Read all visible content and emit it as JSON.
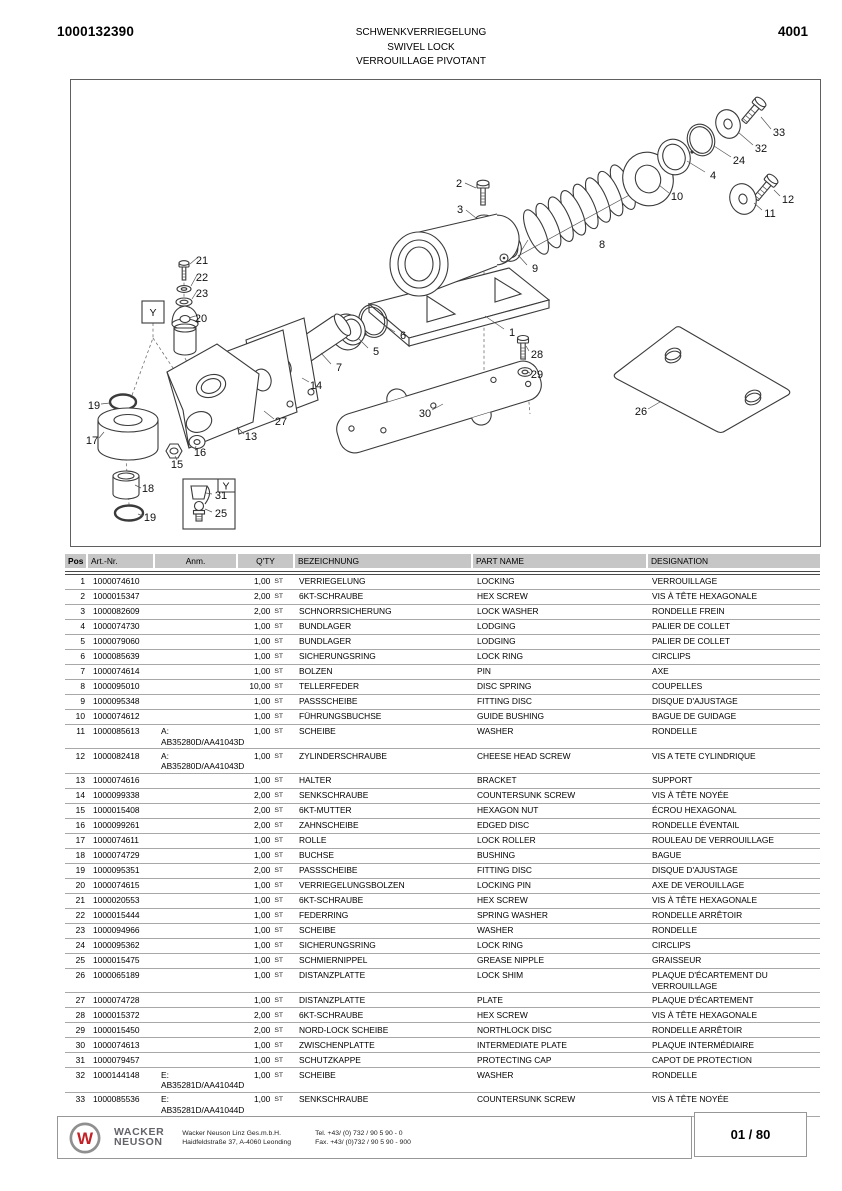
{
  "header": {
    "doc_number": "1000132390",
    "title_de": "SCHWENKVERRIEGELUNG",
    "title_en": "SWIVEL LOCK",
    "title_fr": "VERROUILLAGE PIVOTANT",
    "page_code": "4001"
  },
  "diagram": {
    "detail_label": "Y",
    "callouts": [
      {
        "label": "2"
      },
      {
        "label": "3"
      },
      {
        "label": "33"
      },
      {
        "label": "32"
      },
      {
        "label": "24"
      },
      {
        "label": "4"
      },
      {
        "label": "10"
      },
      {
        "label": "12"
      },
      {
        "label": "11"
      },
      {
        "label": "8"
      },
      {
        "label": "9"
      },
      {
        "label": "21"
      },
      {
        "label": "22"
      },
      {
        "label": "23"
      },
      {
        "label": "20"
      },
      {
        "label": "1"
      },
      {
        "label": "6"
      },
      {
        "label": "5"
      },
      {
        "label": "7"
      },
      {
        "label": "14"
      },
      {
        "label": "28"
      },
      {
        "label": "29"
      },
      {
        "label": "19"
      },
      {
        "label": "17"
      },
      {
        "label": "27"
      },
      {
        "label": "13"
      },
      {
        "label": "30"
      },
      {
        "label": "15"
      },
      {
        "label": "16"
      },
      {
        "label": "26"
      },
      {
        "label": "18"
      },
      {
        "label": "19"
      },
      {
        "label": "31"
      },
      {
        "label": "25"
      }
    ]
  },
  "table": {
    "columns": [
      "Pos",
      "Art.-Nr.",
      "Anm.",
      "Q'TY",
      "BEZEICHNUNG",
      "PART NAME",
      "DESIGNATION"
    ],
    "rows": [
      {
        "pos": "1",
        "art": "1000074610",
        "anm": "",
        "qty": "1,00",
        "unit": "ST",
        "de": "VERRIEGELUNG",
        "en": "LOCKING",
        "fr": "VERROUILLAGE"
      },
      {
        "pos": "2",
        "art": "1000015347",
        "anm": "",
        "qty": "2,00",
        "unit": "ST",
        "de": "6KT-SCHRAUBE",
        "en": "HEX SCREW",
        "fr": "VIS À TÊTE HEXAGONALE"
      },
      {
        "pos": "3",
        "art": "1000082609",
        "anm": "",
        "qty": "2,00",
        "unit": "ST",
        "de": "SCHNORRSICHERUNG",
        "en": "LOCK WASHER",
        "fr": "RONDELLE FREIN"
      },
      {
        "pos": "4",
        "art": "1000074730",
        "anm": "",
        "qty": "1,00",
        "unit": "ST",
        "de": "BUNDLAGER",
        "en": "LODGING",
        "fr": "PALIER DE COLLET"
      },
      {
        "pos": "5",
        "art": "1000079060",
        "anm": "",
        "qty": "1,00",
        "unit": "ST",
        "de": "BUNDLAGER",
        "en": "LODGING",
        "fr": "PALIER DE COLLET"
      },
      {
        "pos": "6",
        "art": "1000085639",
        "anm": "",
        "qty": "1,00",
        "unit": "ST",
        "de": "SICHERUNGSRING",
        "en": "LOCK RING",
        "fr": "CIRCLIPS"
      },
      {
        "pos": "7",
        "art": "1000074614",
        "anm": "",
        "qty": "1,00",
        "unit": "ST",
        "de": "BOLZEN",
        "en": "PIN",
        "fr": "AXE"
      },
      {
        "pos": "8",
        "art": "1000095010",
        "anm": "",
        "qty": "10,00",
        "unit": "ST",
        "de": "TELLERFEDER",
        "en": "DISC SPRING",
        "fr": "COUPELLES"
      },
      {
        "pos": "9",
        "art": "1000095348",
        "anm": "",
        "qty": "1,00",
        "unit": "ST",
        "de": "PASSSCHEIBE",
        "en": "FITTING DISC",
        "fr": "DISQUE D'AJUSTAGE"
      },
      {
        "pos": "10",
        "art": "1000074612",
        "anm": "",
        "qty": "1,00",
        "unit": "ST",
        "de": "FÜHRUNGSBUCHSE",
        "en": "GUIDE BUSHING",
        "fr": "BAGUE DE GUIDAGE"
      },
      {
        "pos": "11",
        "art": "1000085613",
        "anm": "A:\nAB35280D/AA41043D",
        "qty": "1,00",
        "unit": "ST",
        "de": "SCHEIBE",
        "en": "WASHER",
        "fr": "RONDELLE"
      },
      {
        "pos": "12",
        "art": "1000082418",
        "anm": "A:\nAB35280D/AA41043D",
        "qty": "1,00",
        "unit": "ST",
        "de": "ZYLINDERSCHRAUBE",
        "en": "CHEESE HEAD SCREW",
        "fr": "VIS A TETE CYLINDRIQUE"
      },
      {
        "pos": "13",
        "art": "1000074616",
        "anm": "",
        "qty": "1,00",
        "unit": "ST",
        "de": "HALTER",
        "en": "BRACKET",
        "fr": "SUPPORT"
      },
      {
        "pos": "14",
        "art": "1000099338",
        "anm": "",
        "qty": "2,00",
        "unit": "ST",
        "de": "SENKSCHRAUBE",
        "en": "COUNTERSUNK SCREW",
        "fr": "VIS À TÊTE NOYÉE"
      },
      {
        "pos": "15",
        "art": "1000015408",
        "anm": "",
        "qty": "2,00",
        "unit": "ST",
        "de": "6KT-MUTTER",
        "en": "HEXAGON NUT",
        "fr": "ÉCROU HEXAGONAL"
      },
      {
        "pos": "16",
        "art": "1000099261",
        "anm": "",
        "qty": "2,00",
        "unit": "ST",
        "de": "ZAHNSCHEIBE",
        "en": "EDGED DISC",
        "fr": "RONDELLE ÉVENTAIL"
      },
      {
        "pos": "17",
        "art": "1000074611",
        "anm": "",
        "qty": "1,00",
        "unit": "ST",
        "de": "ROLLE",
        "en": "LOCK ROLLER",
        "fr": "ROULEAU DE VERROUILLAGE"
      },
      {
        "pos": "18",
        "art": "1000074729",
        "anm": "",
        "qty": "1,00",
        "unit": "ST",
        "de": "BUCHSE",
        "en": "BUSHING",
        "fr": "BAGUE"
      },
      {
        "pos": "19",
        "art": "1000095351",
        "anm": "",
        "qty": "2,00",
        "unit": "ST",
        "de": "PASSSCHEIBE",
        "en": "FITTING DISC",
        "fr": "DISQUE D'AJUSTAGE"
      },
      {
        "pos": "20",
        "art": "1000074615",
        "anm": "",
        "qty": "1,00",
        "unit": "ST",
        "de": "VERRIEGELUNGSBOLZEN",
        "en": "LOCKING PIN",
        "fr": "AXE DE VEROUILLAGE"
      },
      {
        "pos": "21",
        "art": "1000020553",
        "anm": "",
        "qty": "1,00",
        "unit": "ST",
        "de": "6KT-SCHRAUBE",
        "en": "HEX SCREW",
        "fr": "VIS À TÊTE HEXAGONALE"
      },
      {
        "pos": "22",
        "art": "1000015444",
        "anm": "",
        "qty": "1,00",
        "unit": "ST",
        "de": "FEDERRING",
        "en": "SPRING WASHER",
        "fr": "RONDELLE ARRÊTOIR"
      },
      {
        "pos": "23",
        "art": "1000094966",
        "anm": "",
        "qty": "1,00",
        "unit": "ST",
        "de": "SCHEIBE",
        "en": "WASHER",
        "fr": "RONDELLE"
      },
      {
        "pos": "24",
        "art": "1000095362",
        "anm": "",
        "qty": "1,00",
        "unit": "ST",
        "de": "SICHERUNGSRING",
        "en": "LOCK RING",
        "fr": "CIRCLIPS"
      },
      {
        "pos": "25",
        "art": "1000015475",
        "anm": "",
        "qty": "1,00",
        "unit": "ST",
        "de": "SCHMIERNIPPEL",
        "en": "GREASE NIPPLE",
        "fr": "GRAISSEUR"
      },
      {
        "pos": "26",
        "art": "1000065189",
        "anm": "",
        "qty": "1,00",
        "unit": "ST",
        "de": "DISTANZPLATTE",
        "en": "LOCK SHIM",
        "fr": "PLAQUE D'ÉCARTEMENT DU\nVERROUILLAGE"
      },
      {
        "pos": "27",
        "art": "1000074728",
        "anm": "",
        "qty": "1,00",
        "unit": "ST",
        "de": "DISTANZPLATTE",
        "en": "PLATE",
        "fr": "PLAQUE D'ÉCARTEMENT"
      },
      {
        "pos": "28",
        "art": "1000015372",
        "anm": "",
        "qty": "2,00",
        "unit": "ST",
        "de": "6KT-SCHRAUBE",
        "en": "HEX SCREW",
        "fr": "VIS À TÊTE HEXAGONALE"
      },
      {
        "pos": "29",
        "art": "1000015450",
        "anm": "",
        "qty": "2,00",
        "unit": "ST",
        "de": "NORD-LOCK SCHEIBE",
        "en": "NORTHLOCK DISC",
        "fr": "RONDELLE ARRÊTOIR"
      },
      {
        "pos": "30",
        "art": "1000074613",
        "anm": "",
        "qty": "1,00",
        "unit": "ST",
        "de": "ZWISCHENPLATTE",
        "en": "INTERMEDIATE PLATE",
        "fr": "PLAQUE INTERMÉDIAIRE"
      },
      {
        "pos": "31",
        "art": "1000079457",
        "anm": "",
        "qty": "1,00",
        "unit": "ST",
        "de": "SCHUTZKAPPE",
        "en": "PROTECTING CAP",
        "fr": "CAPOT DE PROTECTION"
      },
      {
        "pos": "32",
        "art": "1000144148",
        "anm": "E:\nAB35281D/AA41044D",
        "qty": "1,00",
        "unit": "ST",
        "de": "SCHEIBE",
        "en": "WASHER",
        "fr": "RONDELLE"
      },
      {
        "pos": "33",
        "art": "1000085536",
        "anm": "E:\nAB35281D/AA41044D",
        "qty": "1,00",
        "unit": "ST",
        "de": "SENKSCHRAUBE",
        "en": "COUNTERSUNK SCREW",
        "fr": "VIS À TÊTE NOYÉE"
      }
    ]
  },
  "footer": {
    "brand_line1": "WACKER",
    "brand_line2": "NEUSON",
    "logo_letter": "W",
    "logo_red": "#c22126",
    "company_line1": "Wacker Neuson Linz  Ges.m.b.H.",
    "company_line2": "Haidfeldstraße 37, A-4060 Leonding",
    "tel": "Tel. +43/ (0) 732 / 90 5 90 - 0",
    "fax": "Fax. +43/ (0)732 / 90 5 90 - 900",
    "page_indicator": "01 / 80"
  }
}
